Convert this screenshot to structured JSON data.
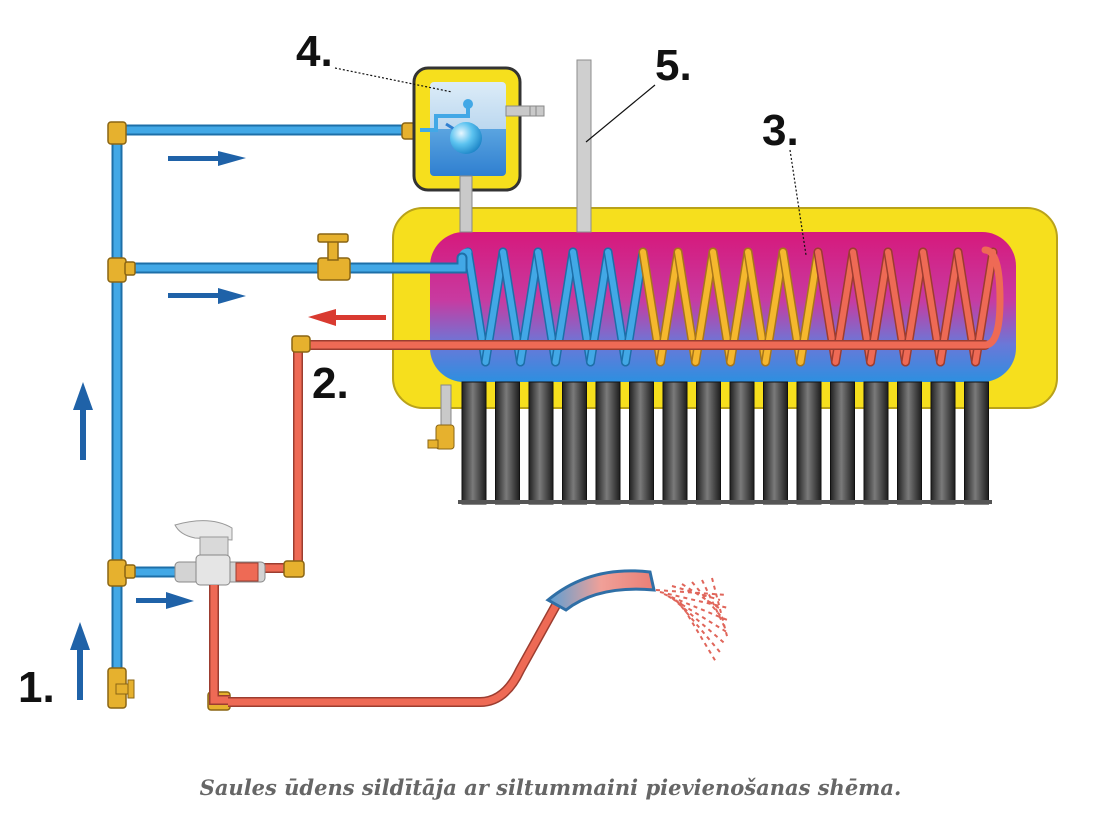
{
  "labels": {
    "cold_inlet": "1.",
    "hot_outlet": "2.",
    "heat_exchanger": "3.",
    "float_tank": "4.",
    "vent_pipe": "5."
  },
  "caption": "Saules ūdens sildītāja ar siltummaini pievienošanas shēma.",
  "colors": {
    "cold_pipe": "#42a8e6",
    "hot_pipe": "#ee6a55",
    "arrow_blue": "#1f62a8",
    "arrow_red": "#d93a30",
    "casing": "#f6df1d",
    "brass": "#e6b12e",
    "tube": "#3c3c3c"
  },
  "icons": [
    "shower-head-icon",
    "mixer-tap-icon",
    "float-valve-icon",
    "drain-valve-icon"
  ]
}
